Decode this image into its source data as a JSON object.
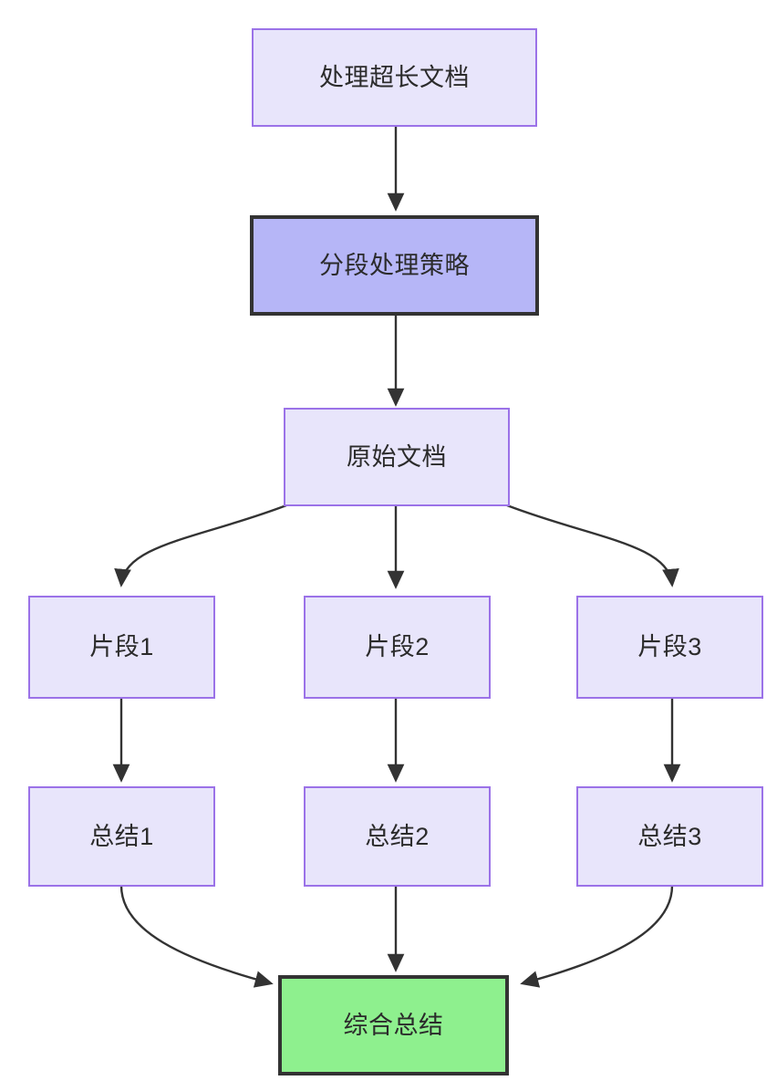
{
  "diagram": {
    "type": "flowchart",
    "direction": "top-down",
    "background_color": "#ffffff",
    "edge_color": "#333333",
    "palette": {
      "default_fill": "#e8e5fb",
      "default_stroke": "#9b72e8",
      "strategy_fill": "#b6b6f7",
      "strategy_stroke": "#333333",
      "final_fill": "#8ef08e",
      "final_stroke": "#333333",
      "text_color": "#2b2b2b"
    },
    "nodes": [
      {
        "id": "n1",
        "label": "处理超长文档",
        "style": "default"
      },
      {
        "id": "n2",
        "label": "分段处理策略",
        "style": "strategy"
      },
      {
        "id": "n3",
        "label": "原始文档",
        "style": "default"
      },
      {
        "id": "n4",
        "label": "片段1",
        "style": "default"
      },
      {
        "id": "n5",
        "label": "片段2",
        "style": "default"
      },
      {
        "id": "n6",
        "label": "片段3",
        "style": "default"
      },
      {
        "id": "n7",
        "label": "总结1",
        "style": "default"
      },
      {
        "id": "n8",
        "label": "总结2",
        "style": "default"
      },
      {
        "id": "n9",
        "label": "总结3",
        "style": "default"
      },
      {
        "id": "n10",
        "label": "综合总结",
        "style": "final"
      }
    ],
    "edges": [
      {
        "from": "n1",
        "to": "n2",
        "shape": "straight"
      },
      {
        "from": "n2",
        "to": "n3",
        "shape": "straight"
      },
      {
        "from": "n3",
        "to": "n4",
        "shape": "curved"
      },
      {
        "from": "n3",
        "to": "n5",
        "shape": "straight"
      },
      {
        "from": "n3",
        "to": "n6",
        "shape": "curved"
      },
      {
        "from": "n4",
        "to": "n7",
        "shape": "straight"
      },
      {
        "from": "n5",
        "to": "n8",
        "shape": "straight"
      },
      {
        "from": "n6",
        "to": "n9",
        "shape": "straight"
      },
      {
        "from": "n7",
        "to": "n10",
        "shape": "curved"
      },
      {
        "from": "n8",
        "to": "n10",
        "shape": "straight"
      },
      {
        "from": "n9",
        "to": "n10",
        "shape": "curved"
      }
    ]
  }
}
